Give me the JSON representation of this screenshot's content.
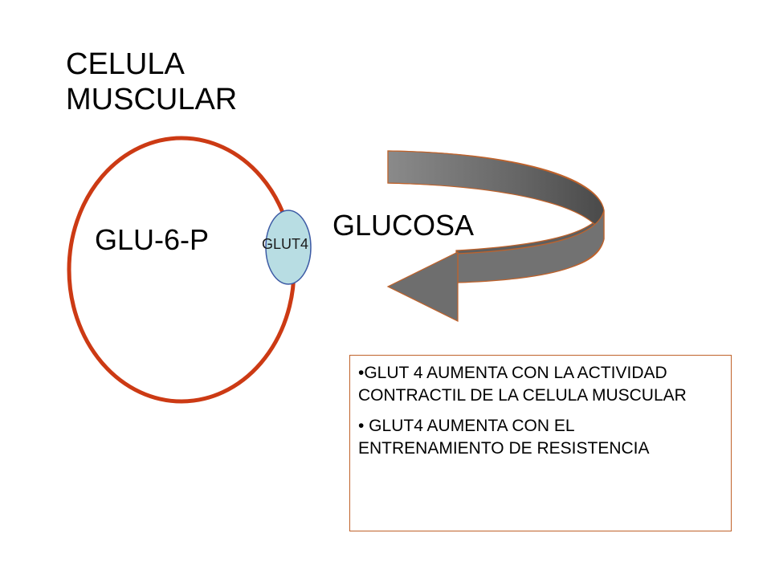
{
  "title": {
    "line1": "CELULA",
    "line2": "MUSCULAR"
  },
  "cell": {
    "inner_label": "GLU-6-P",
    "membrane_color": "#cc3a14"
  },
  "transporter": {
    "label": "GLUT4",
    "fill_color": "#b8dde3",
    "stroke_color": "#3d5ba5"
  },
  "substrate": {
    "label": "GLUCOSA"
  },
  "arrow": {
    "color": "#6b6b6b",
    "direction": "curved-left",
    "stroke_color": "#c0622a"
  },
  "notes": {
    "items": [
      "•GLUT 4 AUMENTA CON LA ACTIVIDAD CONTRACTIL DE LA CELULA MUSCULAR",
      "• GLUT4 AUMENTA CON EL ENTRENAMIENTO DE RESISTENCIA"
    ],
    "border_color": "#c0622a"
  }
}
